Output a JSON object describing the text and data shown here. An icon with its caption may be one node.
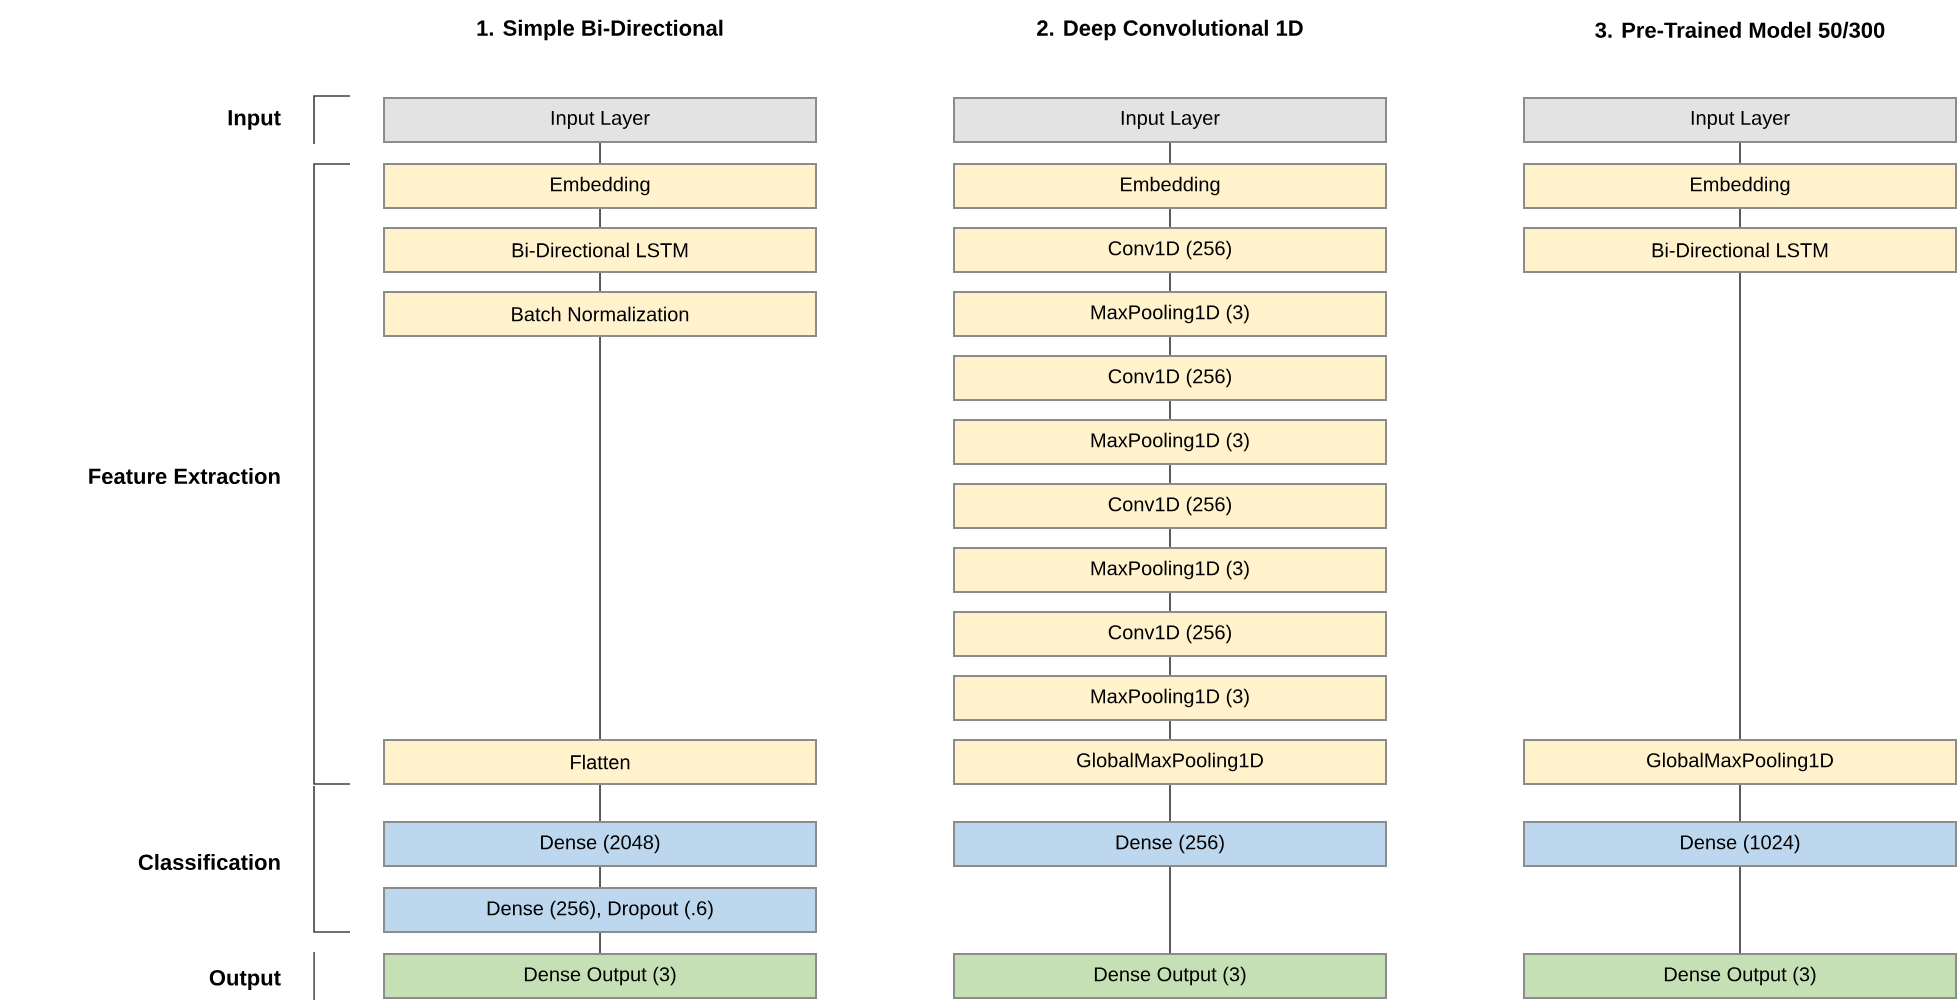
{
  "diagram": {
    "nodes": [
      {
        "text": [
          "Input Layer"
        ]
      },
      {
        "text": [
          "Embedding"
        ]
      },
      {
        "text": [
          "Bi-Directional LSTM"
        ]
      },
      {
        "text": [
          "Batch Normalization"
        ]
      },
      {
        "text": [
          "Flatten"
        ]
      },
      {
        "text": [
          "Dense (2048)"
        ]
      },
      {
        "text": [
          "Dense (256), Dropout (.6)"
        ]
      },
      {
        "text": [
          "Dense Output (3)"
        ]
      },
      {
        "text": [
          "Input Layer"
        ]
      },
      {
        "text": [
          "Embedding"
        ]
      },
      {
        "text": [
          "Conv1D (256)"
        ]
      },
      {
        "text": [
          "MaxPooling1D (3)"
        ]
      },
      {
        "text": [
          "Conv1D (256)"
        ]
      },
      {
        "text": [
          "MaxPooling1D (3)"
        ]
      },
      {
        "text": [
          "Conv1D (256)"
        ]
      },
      {
        "text": [
          "MaxPooling1D (3)"
        ]
      },
      {
        "text": [
          "Conv1D (256)"
        ]
      },
      {
        "text": [
          "MaxPooling1D (3)"
        ]
      },
      {
        "text": [
          "GlobalMaxPooling1D"
        ]
      },
      {
        "text": [
          "Dense (256)"
        ]
      },
      {
        "text": [
          "Dense Output (3)"
        ]
      },
      {
        "text": [
          "Input Layer"
        ]
      },
      {
        "text": [
          "Embedding"
        ]
      },
      {
        "text": [
          "Bi-Directional LSTM"
        ]
      },
      {
        "text": [
          "GlobalMaxPooling1D"
        ]
      },
      {
        "text": [
          "Dense (1024)"
        ]
      },
      {
        "text": [
          "Dense Output (3)"
        ]
      }
    ],
    "edges": [
      {
        "from": 0,
        "to": 1,
        "arrow": "none"
      },
      {
        "from": 1,
        "to": 2,
        "arrow": "none"
      },
      {
        "from": 2,
        "to": 3,
        "arrow": "none"
      },
      {
        "from": 3,
        "to": 4,
        "arrow": "none"
      },
      {
        "from": 4,
        "to": 5,
        "arrow": "none"
      },
      {
        "from": 5,
        "to": 6,
        "arrow": "none"
      },
      {
        "from": 6,
        "to": 7,
        "arrow": "none"
      },
      {
        "from": 8,
        "to": 9,
        "arrow": "none"
      },
      {
        "from": 9,
        "to": 10,
        "arrow": "none"
      },
      {
        "from": 10,
        "to": 11,
        "arrow": "none"
      },
      {
        "from": 11,
        "to": 12,
        "arrow": "none"
      },
      {
        "from": 12,
        "to": 13,
        "arrow": "none"
      },
      {
        "from": 13,
        "to": 14,
        "arrow": "none"
      },
      {
        "from": 14,
        "to": 15,
        "arrow": "none"
      },
      {
        "from": 15,
        "to": 16,
        "arrow": "none"
      },
      {
        "from": 16,
        "to": 17,
        "arrow": "none"
      },
      {
        "from": 17,
        "to": 18,
        "arrow": "none"
      },
      {
        "from": 18,
        "to": 19,
        "arrow": "none"
      },
      {
        "from": 19,
        "to": 20,
        "arrow": "none"
      },
      {
        "from": 21,
        "to": 22,
        "arrow": "none"
      },
      {
        "from": 22,
        "to": 23,
        "arrow": "none"
      },
      {
        "from": 23,
        "to": 24,
        "arrow": "none"
      },
      {
        "from": 24,
        "to": 25,
        "arrow": "none"
      },
      {
        "from": 25,
        "to": 26,
        "arrow": "none"
      }
    ],
    "labels": [
      "1. Simple Bi-Directional",
      "2. Deep Convolutional 1D",
      "3. Pre-Trained Model 50/300",
      "Input",
      "Feature Extraction",
      "Classification",
      "Output"
    ]
  }
}
